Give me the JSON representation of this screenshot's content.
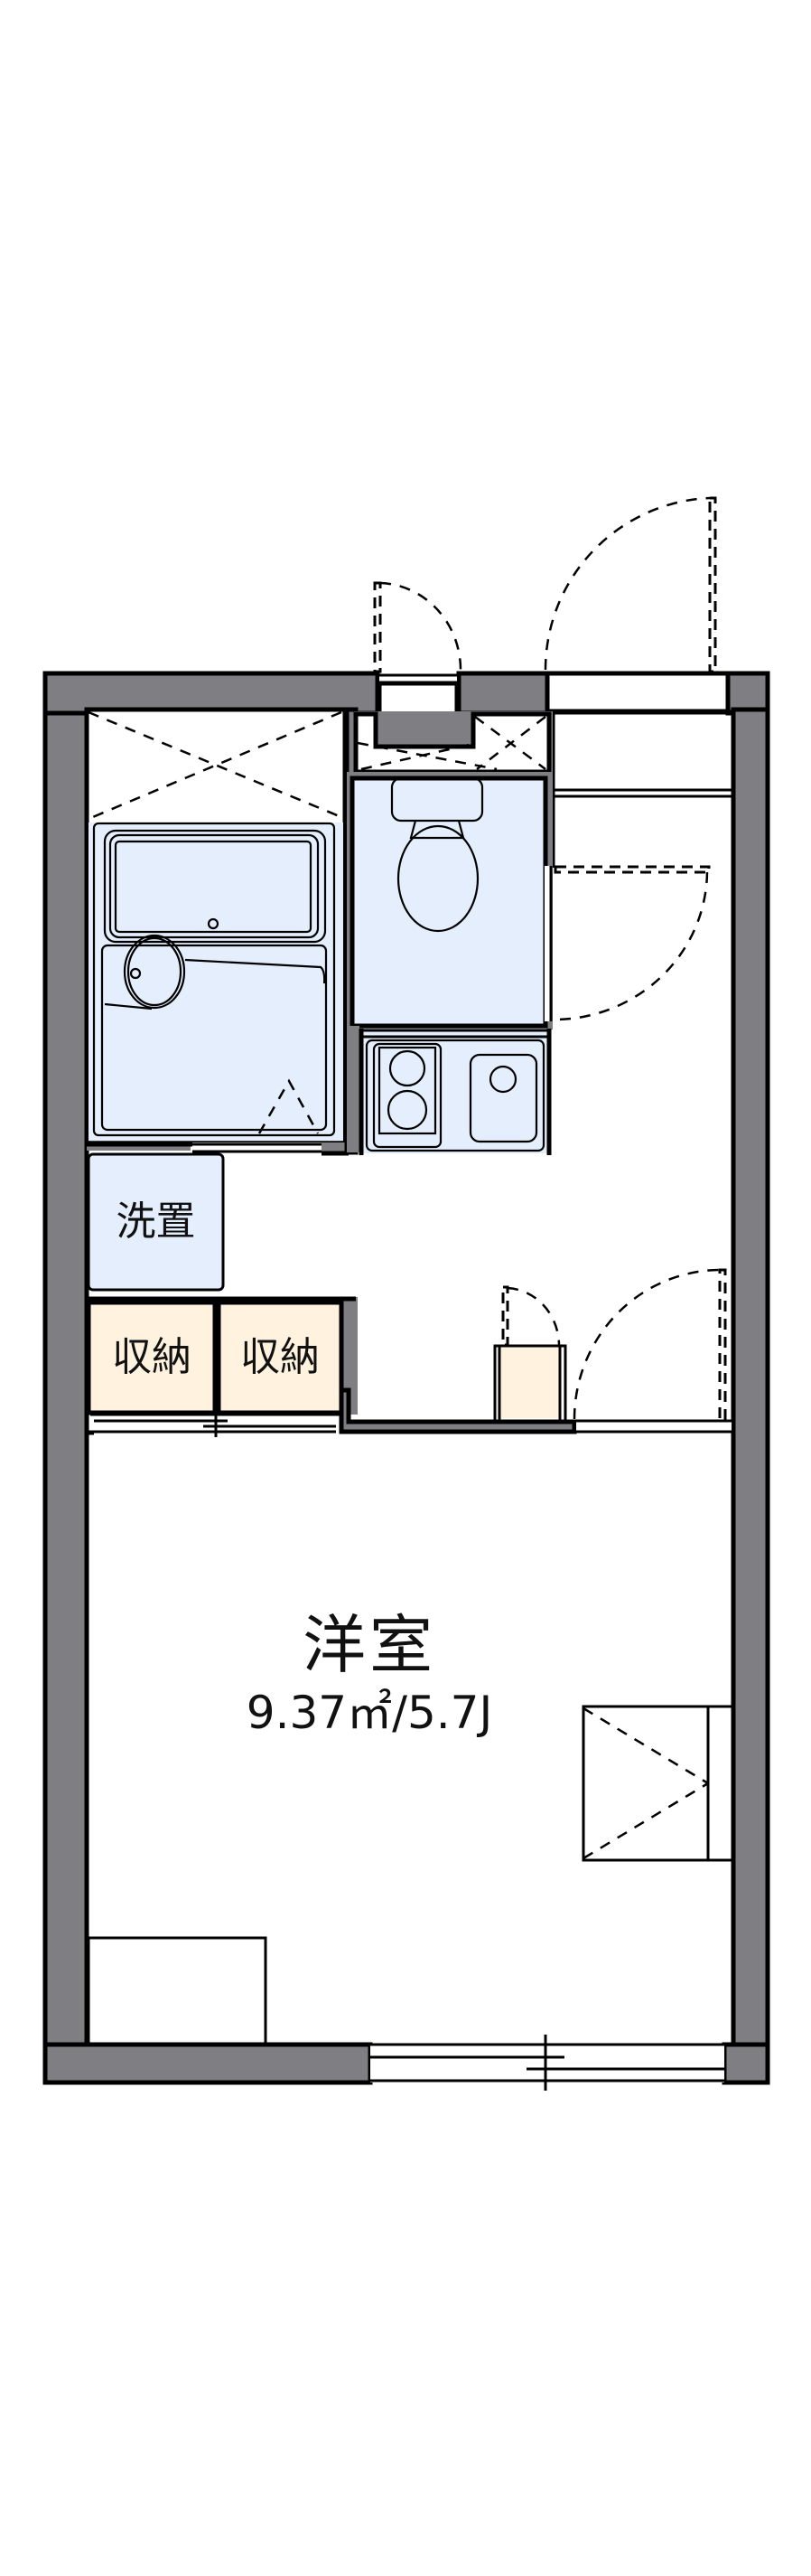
{
  "floor_plan": {
    "rooms": {
      "western_room": {
        "label": "洋室",
        "area": "9.37㎡/5.7J"
      },
      "washer_space": {
        "label": "洗置"
      },
      "storage_left": {
        "label": "収納"
      },
      "storage_right": {
        "label": "収納"
      },
      "unit_bath": {
        "label": ""
      },
      "toilet": {
        "label": ""
      },
      "kitchen": {
        "label": ""
      },
      "entrance": {
        "label": ""
      }
    },
    "colors": {
      "wall": "#7f7e83",
      "wet_area": "#e4eefc",
      "storage": "#fff3e0",
      "line": "#000000",
      "background": "#ffffff"
    }
  }
}
